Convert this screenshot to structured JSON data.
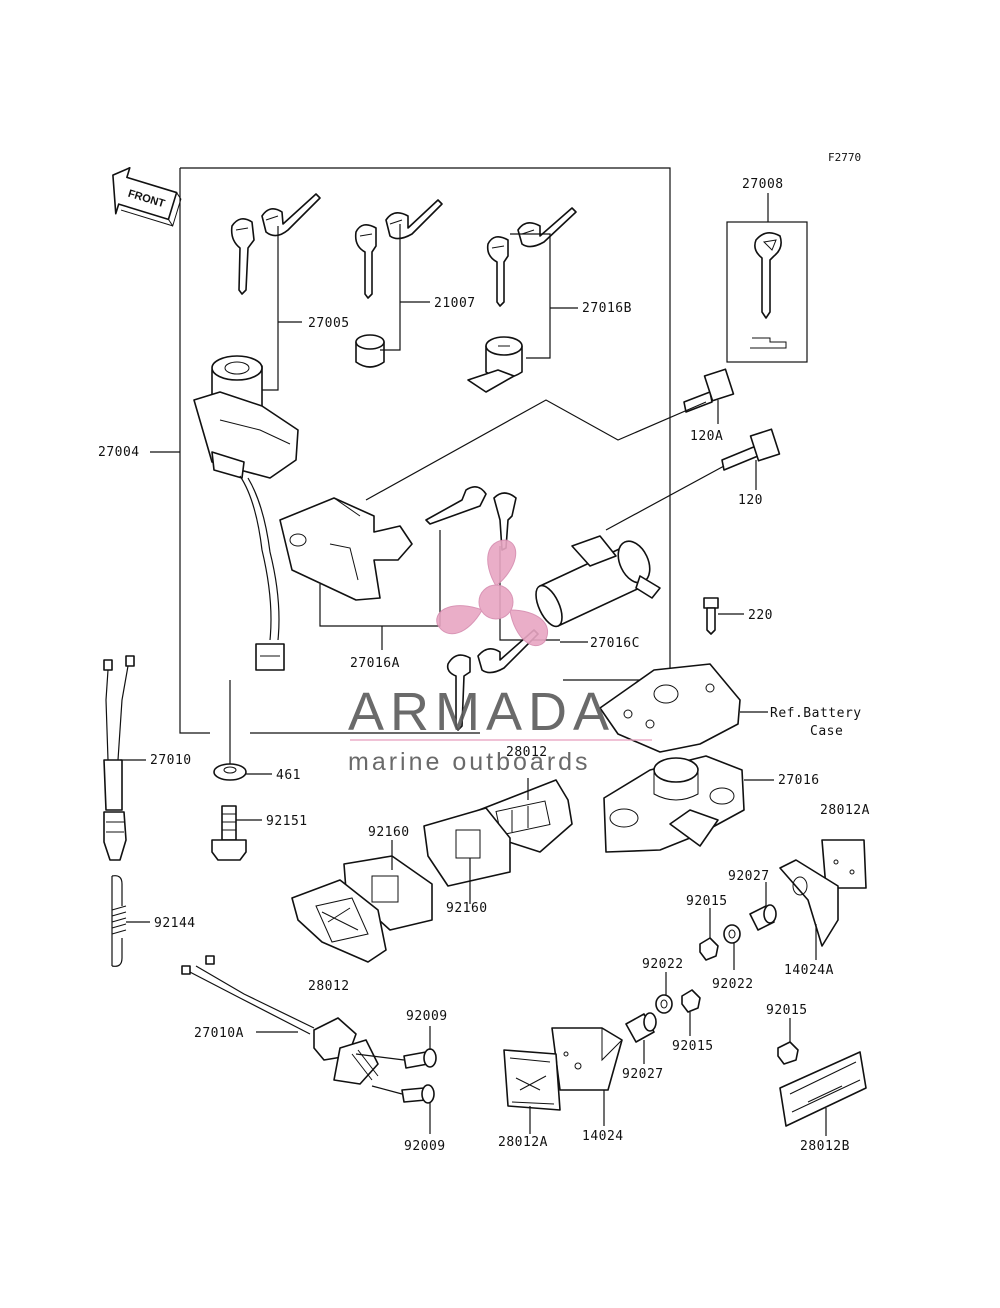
{
  "figure_code": "F2770",
  "front_label": "FRONT",
  "watermark": {
    "name": "ARMADA",
    "tagline": "marine outboards",
    "accent_color": "#e8a6c3",
    "text_color": "#5a5a5a"
  },
  "ref_note": {
    "line1": "Ref.Battery",
    "line2": "Case"
  },
  "part_labels": {
    "p27008": "27008",
    "p27005": "27005",
    "p21007": "21007",
    "p27016B": "27016B",
    "p27004": "27004",
    "p120A": "120A",
    "p120": "120",
    "p220": "220",
    "p27016A": "27016A",
    "p27016C": "27016C",
    "p27010": "27010",
    "p461": "461",
    "p28012_top": "28012",
    "p27016": "27016",
    "p28012A_right": "28012A",
    "p92151": "92151",
    "p92160_a": "92160",
    "p92160_b": "92160",
    "p92027_top": "92027",
    "p92015_a": "92015",
    "p92144": "92144",
    "p28012_left": "28012",
    "p14024A": "14024A",
    "p92022_a": "92022",
    "p92022_b": "92022",
    "p92009_top": "92009",
    "p27010A": "27010A",
    "p92015_b": "92015",
    "p92015_c": "92015",
    "p92027_bottom": "92027",
    "p92009_bottom": "92009",
    "p28012A_bottom": "28012A",
    "p14024": "14024",
    "p28012B": "28012B"
  }
}
